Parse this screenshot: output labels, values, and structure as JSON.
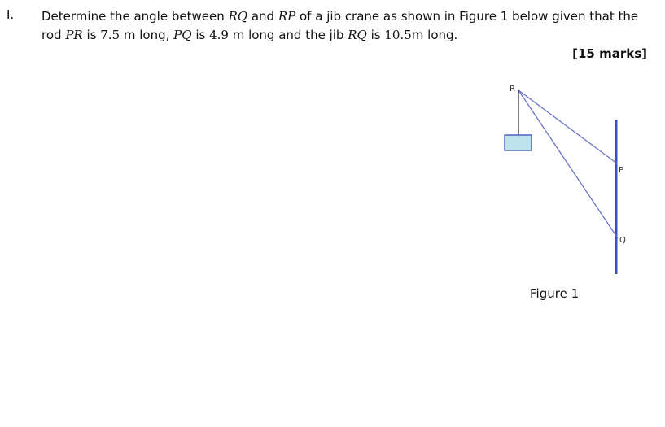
{
  "question": {
    "number": "I.",
    "line1": {
      "t1": "Determine the angle between ",
      "rq": "RQ",
      "t2": " and ",
      "rp": "RP",
      "t3": " of a jib crane as shown in Figure 1 below given that the"
    },
    "line2": {
      "t1": "rod ",
      "pr": "PR",
      "t2": " is ",
      "pr_len": "7.5",
      "t3": " m long, ",
      "pq": "PQ",
      "t4": " is ",
      "pq_len": "4.9",
      "t5": " m long and the jib ",
      "rq": "RQ",
      "t6": " is ",
      "rq_len": "10.5",
      "t7": "m long."
    },
    "marks": "[15 marks]"
  },
  "figure": {
    "label_r": "R",
    "label_p": "P",
    "label_q": "Q",
    "caption": "Figure 1",
    "colors": {
      "jib_line": "#6b74c9",
      "post": "#3a4fc2",
      "load_fill": "#bfe3ea",
      "load_stroke": "#3a4fc2"
    }
  }
}
